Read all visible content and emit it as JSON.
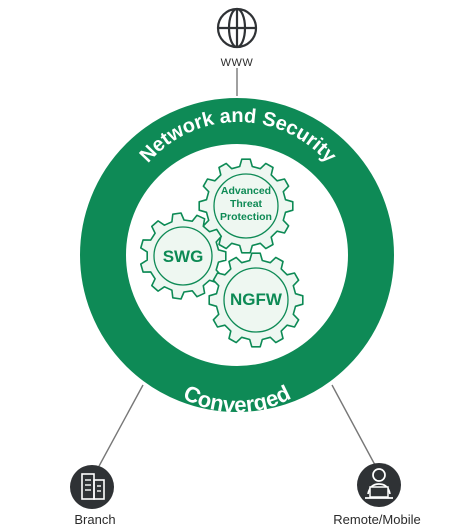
{
  "nodes": {
    "www": {
      "label": "WWW",
      "icon": "globe-icon"
    },
    "branch": {
      "label": "Branch",
      "icon": "building-icon"
    },
    "remote": {
      "label": "Remote/Mobile",
      "icon": "remote-user-icon"
    }
  },
  "ring": {
    "top_text": "Network and Security",
    "bottom_text": "Converged"
  },
  "gears": {
    "atp_line1": "Advanced",
    "atp_line2": "Threat",
    "atp_line3": "Protection",
    "swg": "SWG",
    "ngfw": "NGFW"
  },
  "colors": {
    "ring_green": "#0e8a56",
    "inner_green": "#0d8a55",
    "gear_fill": "#eef7f1",
    "icon_dark": "#2f3235",
    "line_gray": "#777777"
  }
}
